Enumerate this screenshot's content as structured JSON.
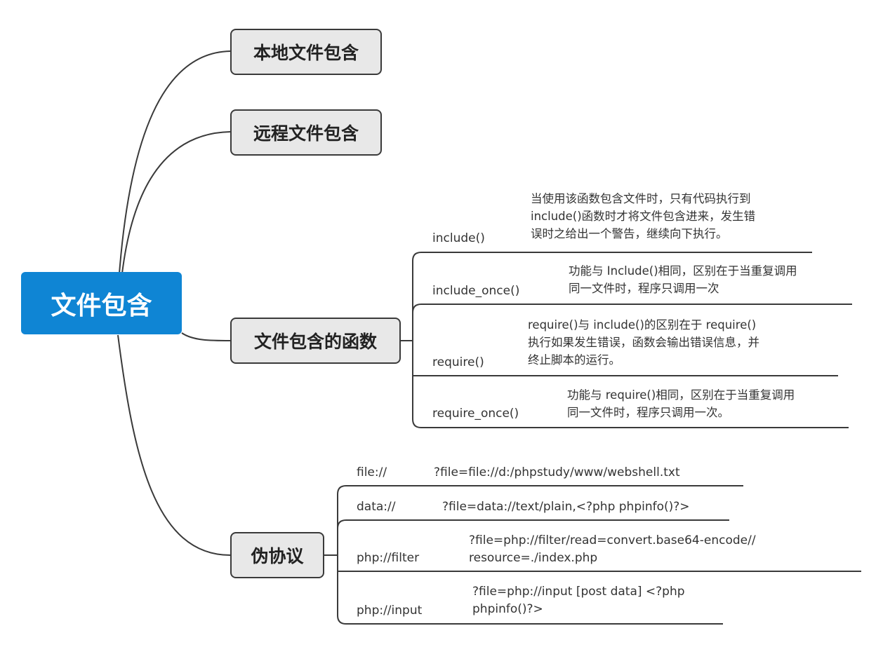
{
  "root": {
    "label": "文件包含"
  },
  "branches": {
    "local": {
      "label": "本地文件包含"
    },
    "remote": {
      "label": "远程文件包含"
    },
    "functions": {
      "label": "文件包含的函数",
      "items": [
        {
          "name": "include()",
          "desc": "当使用该函数包含文件时，只有代码执行到\ninclude()函数时才将文件包含进来，发生错\n误时之给出一个警告，继续向下执行。"
        },
        {
          "name": "include_once()",
          "desc": "功能与 Include()相同，区别在于当重复调用\n同一文件时，程序只调用一次"
        },
        {
          "name": "require()",
          "desc": "require()与 include()的区别在于 require()\n执行如果发生错误，函数会输出错误信息，并\n终止脚本的运行。"
        },
        {
          "name": "require_once()",
          "desc": "功能与 require()相同，区别在于当重复调用\n同一文件时，程序只调用一次。"
        }
      ]
    },
    "pseudo": {
      "label": "伪协议",
      "items": [
        {
          "name": "file://",
          "desc": "?file=file://d:/phpstudy/www/webshell.txt"
        },
        {
          "name": "data://",
          "desc": "?file=data://text/plain,<?php phpinfo()?>"
        },
        {
          "name": "php://filter",
          "desc": "?file=php://filter/read=convert.base64-encode//\nresource=./index.php"
        },
        {
          "name": "php://input",
          "desc": "?file=php://input [post data] <?php\nphpinfo()?>"
        }
      ]
    }
  }
}
